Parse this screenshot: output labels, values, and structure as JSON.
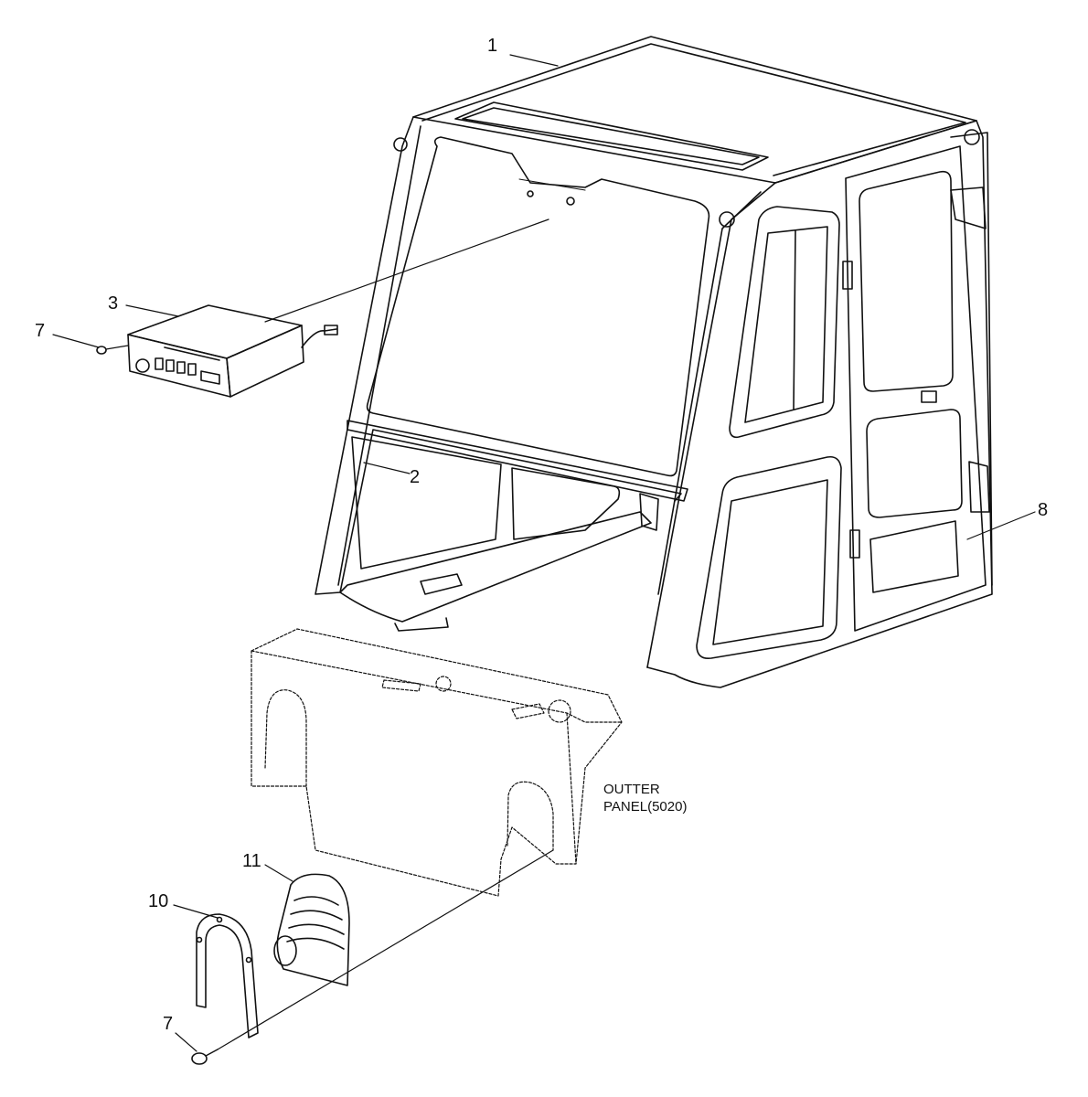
{
  "callouts": {
    "c1": "1",
    "c2": "2",
    "c3": "3",
    "c7_top": "7",
    "c7_bottom": "7",
    "c8": "8",
    "c10": "10",
    "c11": "11"
  },
  "note": {
    "line1": "OUTTER",
    "line2": "PANEL(5020)"
  },
  "colors": {
    "ink": "#111111",
    "paper": "#ffffff"
  }
}
